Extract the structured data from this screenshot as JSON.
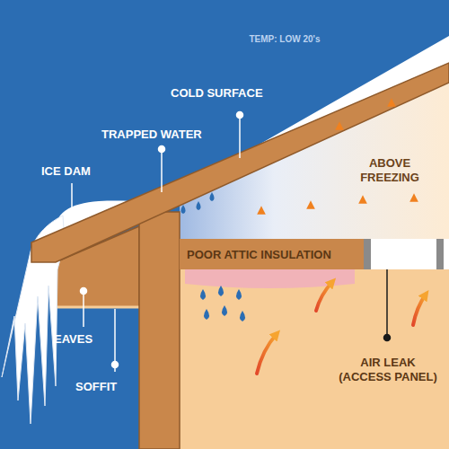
{
  "diagram": {
    "nodes": [
      {
        "text": [
          "POOR ATTIC INSULATION"
        ]
      }
    ],
    "labels": [
      "TEMP: LOW 20's",
      "COLD SURFACE",
      "TRAPPED WATER",
      "ICE DAM",
      "ABOVE FREEZING",
      "EAVES",
      "SOFFIT",
      "AIR LEAK (ACCESS PANEL)"
    ]
  }
}
